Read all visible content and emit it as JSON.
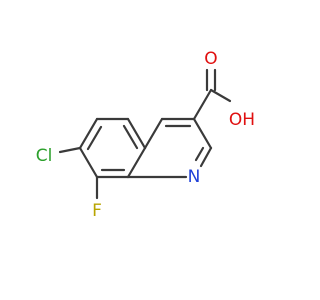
{
  "molecule": {
    "atoms": {
      "cl": {
        "text": "Cl",
        "color": "#2ca02c"
      },
      "f": {
        "text": "F",
        "color": "#b8a400"
      },
      "n": {
        "text": "N",
        "color": "#1f3fd8"
      },
      "o_carbonyl": {
        "text": "O",
        "color": "#e01010"
      },
      "oh": {
        "text": "OH",
        "color": "#e01010"
      }
    },
    "bond_color": "#3a3a3a"
  }
}
